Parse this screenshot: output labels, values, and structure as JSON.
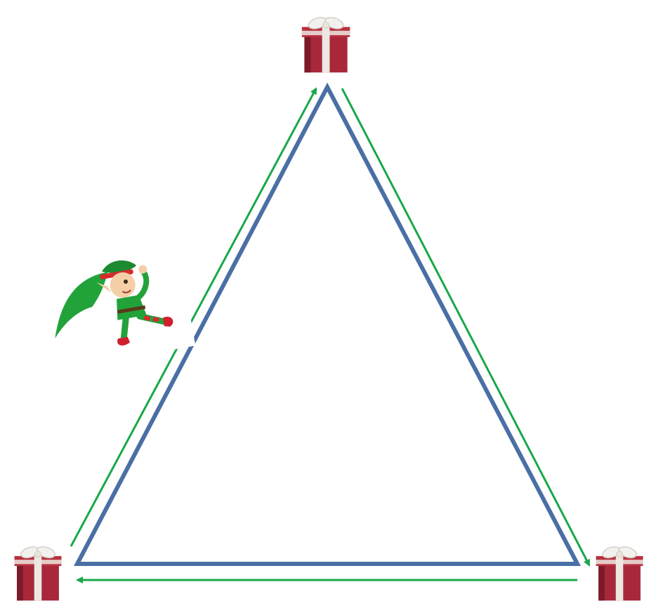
{
  "diagram": {
    "shape": "triangle",
    "colors": {
      "triangle_stroke": "#4a6fa5",
      "arrow": "#18a84a",
      "gift_box": "#a8283a",
      "gift_box_dark": "#7c1a29",
      "gift_ribbon": "#ece8e2",
      "elf_hat": "#22a33a",
      "elf_skin": "#f4cfa8",
      "elf_shoes": "#cf2030"
    },
    "icons": {
      "vertices": [
        "gift-box-icon",
        "gift-box-icon",
        "gift-box-icon"
      ],
      "walker": "elf-icon"
    },
    "path_direction": [
      "bottom-left",
      "top",
      "bottom-right",
      "bottom-left"
    ]
  }
}
